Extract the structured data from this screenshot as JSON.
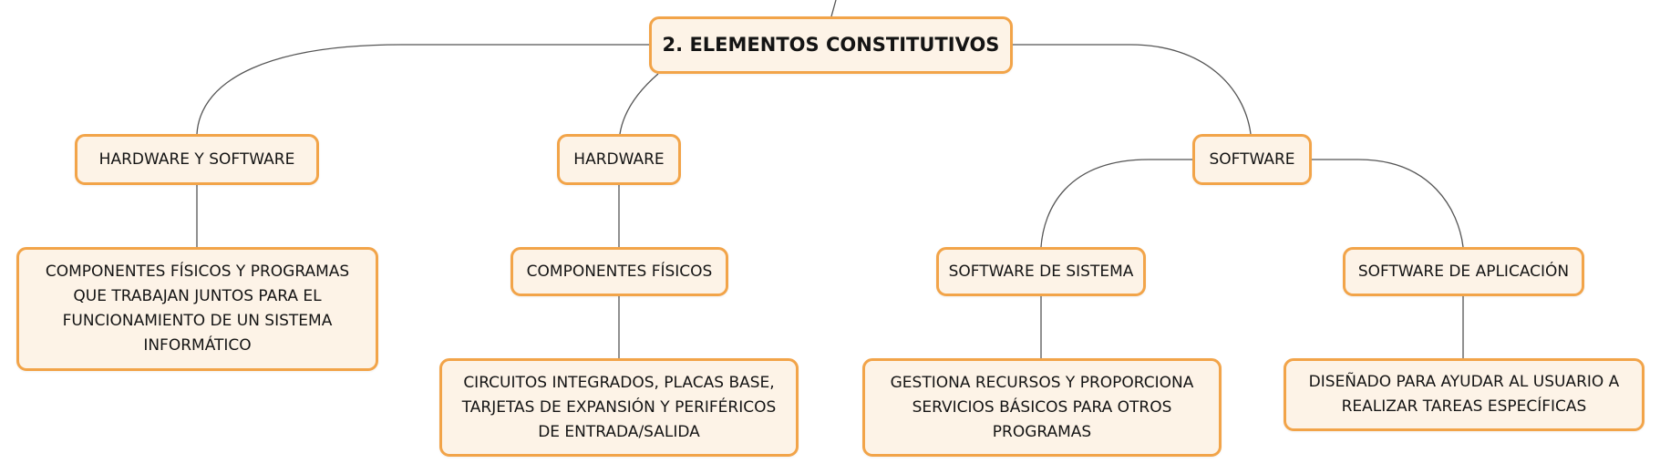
{
  "diagram": {
    "root": {
      "label": "2. ELEMENTOS CONSTITUTIVOS"
    },
    "branches": {
      "hardware_software": {
        "label": "HARDWARE Y SOFTWARE",
        "description": "COMPONENTES FÍSICOS Y PROGRAMAS QUE TRABAJAN JUNTOS PARA EL FUNCIONAMIENTO DE UN SISTEMA INFORMÁTICO"
      },
      "hardware": {
        "label": "HARDWARE",
        "child": "COMPONENTES FÍSICOS",
        "description": "CIRCUITOS INTEGRADOS, PLACAS BASE, TARJETAS DE EXPANSIÓN Y PERIFÉRICOS DE ENTRADA/SALIDA"
      },
      "software": {
        "label": "SOFTWARE",
        "children": {
          "system": {
            "label": "SOFTWARE DE SISTEMA",
            "description": "GESTIONA RECURSOS Y PROPORCIONA SERVICIOS BÁSICOS PARA OTROS PROGRAMAS"
          },
          "application": {
            "label": "SOFTWARE DE APLICACIÓN",
            "description": "DISEÑADO PARA AYUDAR AL USUARIO A REALIZAR TAREAS ESPECÍFICAS"
          }
        }
      }
    }
  },
  "colors": {
    "node_fill": "#fdf3e7",
    "node_border": "#f2a449",
    "connector": "#555555",
    "text": "#141414"
  }
}
